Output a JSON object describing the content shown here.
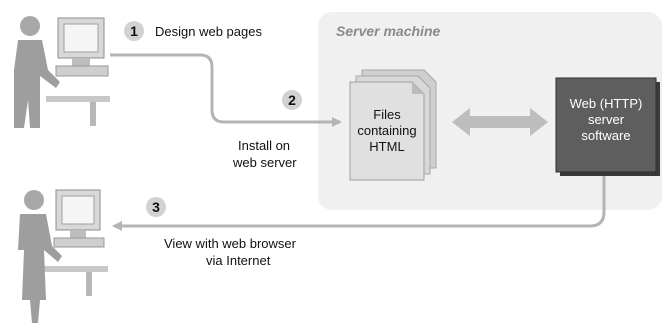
{
  "server_region": {
    "title": "Server machine"
  },
  "steps": [
    {
      "number": "1",
      "lines": [
        "Design web pages"
      ]
    },
    {
      "number": "2",
      "lines": [
        "Install on",
        "web server"
      ]
    },
    {
      "number": "3",
      "lines": [
        "View with web browser",
        "via Internet"
      ]
    }
  ],
  "files_box": {
    "lines": [
      "Files",
      "containing",
      "HTML"
    ]
  },
  "server_box": {
    "lines": [
      "Web (HTTP)",
      "server",
      "software"
    ]
  },
  "colors": {
    "region_fill": "#f0f0f0",
    "arrow": "#b4b4b4",
    "double_arrow": "#bdbdbd",
    "server_box_fill": "#5e5e5e",
    "paper_fill": "#dcdcdc",
    "badge_fill": "#d2d2d2",
    "figure_fill": "#9e9e9e"
  }
}
